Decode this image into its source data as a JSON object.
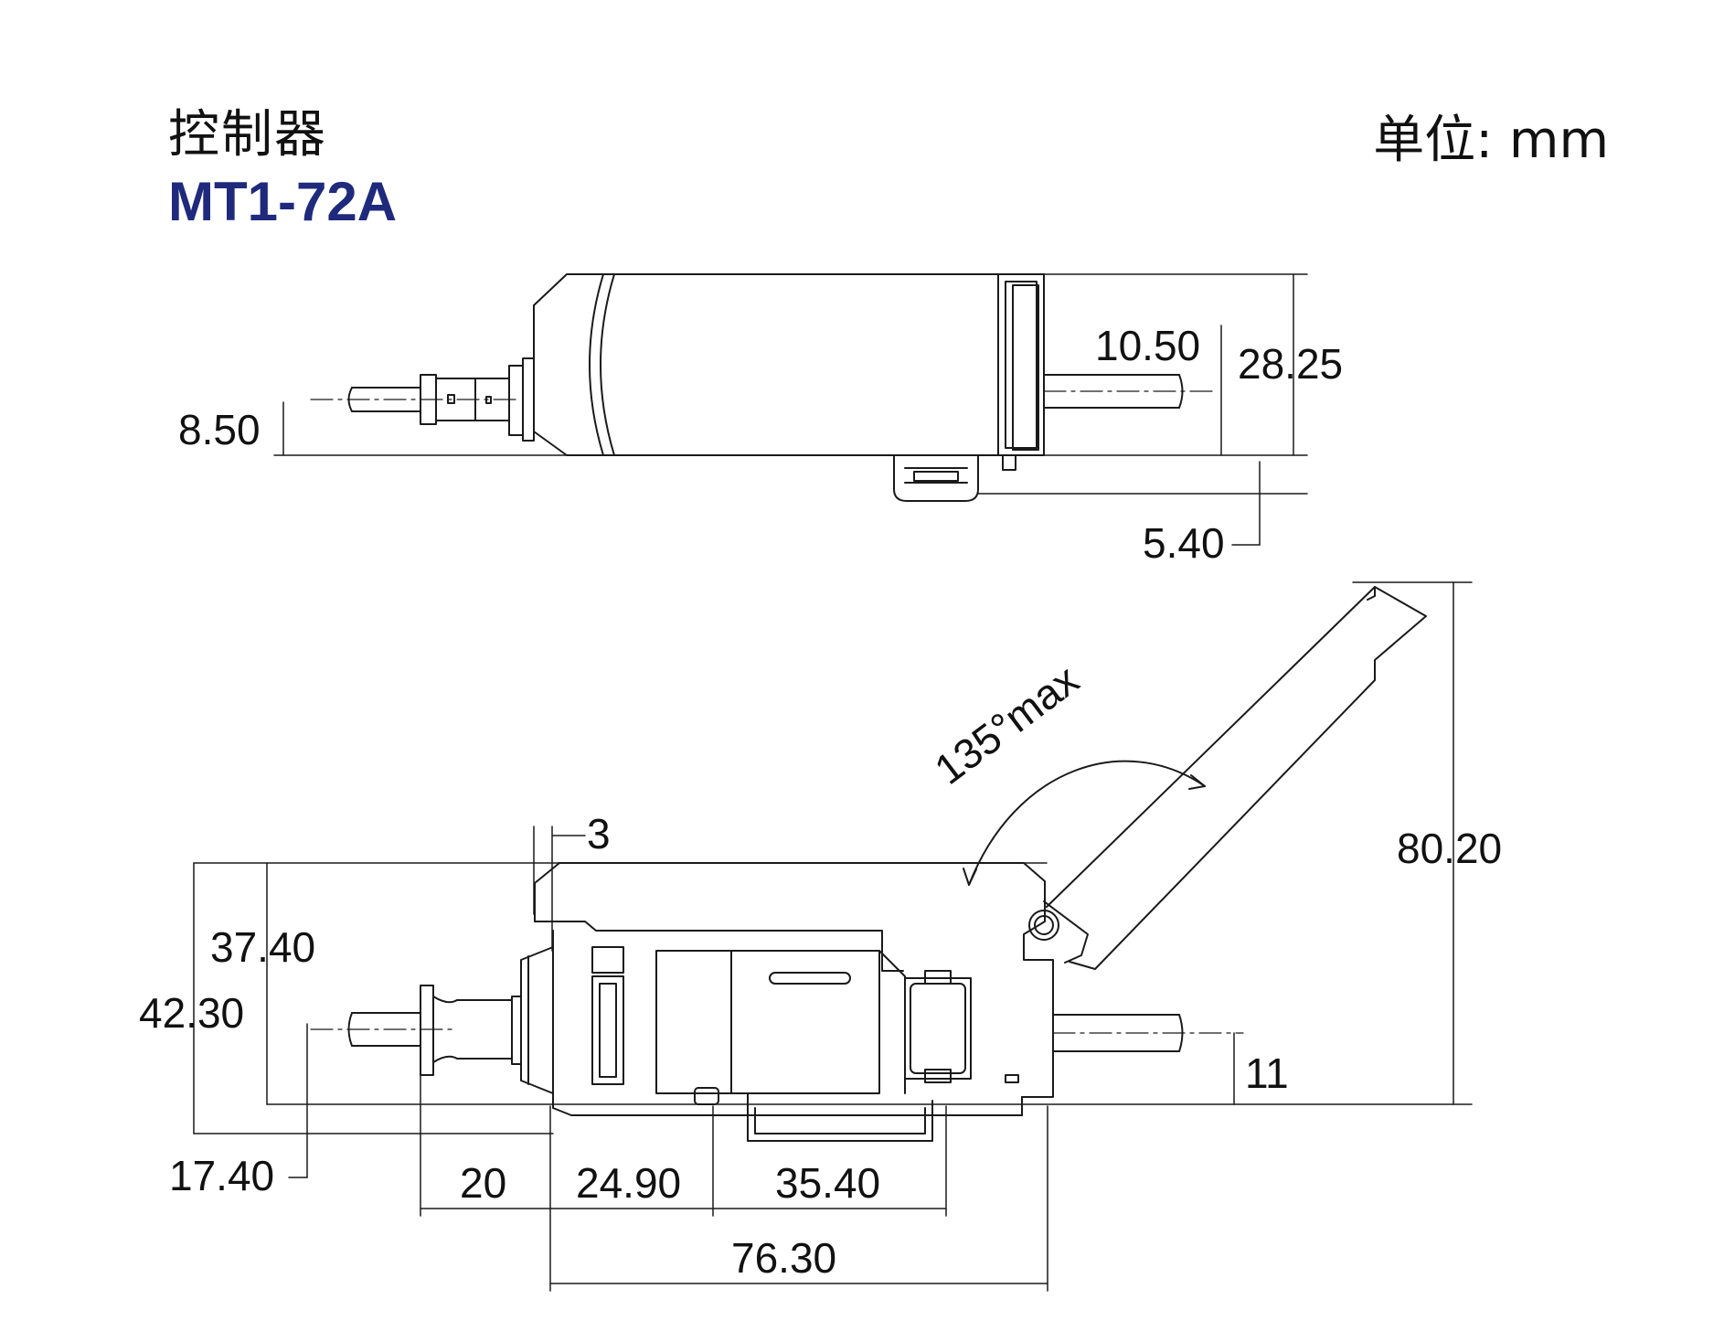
{
  "header": {
    "title": "控制器",
    "model": "MT1-72A",
    "unit": "单位: mm"
  },
  "colors": {
    "model_text": "#1f2a7c",
    "lines": "#1a1a1a",
    "background": "#ffffff"
  },
  "top_view": {
    "dimensions": {
      "cable_offset": "8.50",
      "cable_height_right": "10.50",
      "total_height": "28.25",
      "foot_depth": "5.40"
    }
  },
  "side_view": {
    "dimensions": {
      "lid_step": "3",
      "lid_angle": "135°max",
      "open_height": "80.20",
      "body_height": "37.40",
      "total_height": "42.30",
      "cable_height_right": "11",
      "cable_height_left": "17.40",
      "cable_length": "20",
      "clip_offset": "24.90",
      "clip_width": "35.40",
      "body_length": "76.30"
    }
  }
}
